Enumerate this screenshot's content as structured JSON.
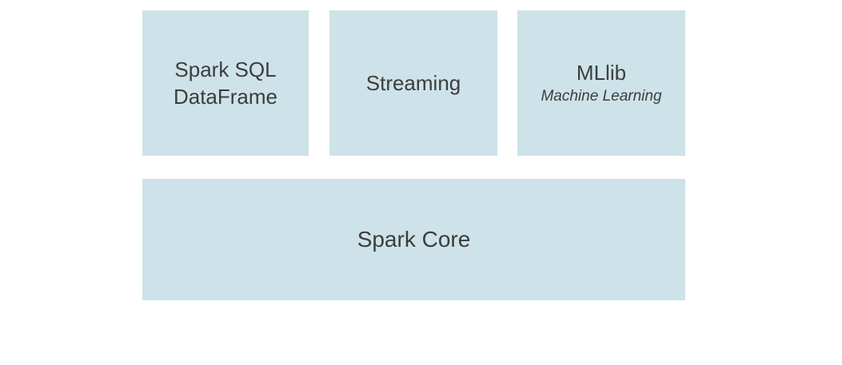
{
  "diagram": {
    "boxes": {
      "spark_sql": {
        "line1": "Spark SQL",
        "line2": "DataFrame"
      },
      "streaming": {
        "label": "Streaming"
      },
      "mllib": {
        "title": "MLlib",
        "subtitle": "Machine Learning"
      },
      "spark_core": {
        "label": "Spark Core"
      }
    },
    "colors": {
      "box_background": "#cde3e9",
      "text": "#3d3d3d",
      "page_background": "#ffffff"
    }
  }
}
